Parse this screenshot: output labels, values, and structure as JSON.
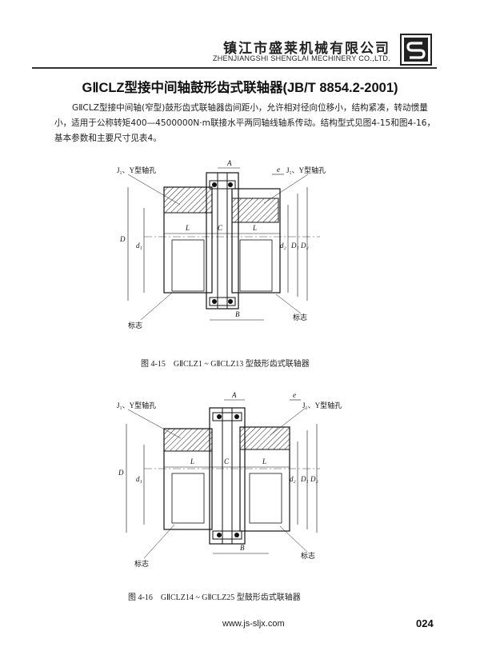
{
  "header": {
    "company_cn": "镇江市盛莱机械有限公司",
    "company_en": "ZHENJIANGSHI SHENGLAI MECHINERY CO.,LTD.",
    "logo_icon": "company-logo-icon"
  },
  "title": "GⅡCLZ型接中间轴鼓形齿式联轴器(JB/T 8854.2-2001)",
  "paragraph": "GⅡCLZ型接中间轴(窄型)鼓形齿式联轴器齿间距小，允许相对径向位移小，结构紧凑，转动惯量小，适用于公称转矩400—4500000N·m联接水平两同轴线轴系传动。结构型式见图4-15和图4-16，基本参数和主要尺寸见表4。",
  "figure1": {
    "caption": "图 4-15　GⅡCLZ1 ~ GⅡCLZ13 型鼓形齿式联轴器",
    "labels": {
      "bore_left": "J₁、Y型轴孔",
      "bore_right": "J₁、Y型轴孔",
      "A": "A",
      "e": "e",
      "L_left": "L",
      "C": "C",
      "L_right": "L",
      "D": "D",
      "d1": "d₁",
      "d2": "d₂",
      "D1": "D₁",
      "D2": "D₂",
      "B": "B",
      "mark_left": "标志",
      "mark_right": "标志"
    }
  },
  "figure2": {
    "caption": "图 4-16　GⅡCLZ14 ~ GⅡCLZ25 型鼓形齿式联轴器",
    "labels": {
      "bore_left": "J₁、Y型轴孔",
      "bore_right": "J₁、Y型轴孔",
      "A": "A",
      "e": "e",
      "L_left": "L",
      "C": "C",
      "L_right": "L",
      "D": "D",
      "d1": "d₁",
      "d2": "d₂",
      "D1": "D₁",
      "D2": "D₂",
      "B": "B",
      "mark_left": "标志",
      "mark_right": "标志"
    }
  },
  "footer": {
    "url": "www.js-sljx.com",
    "page": "024"
  }
}
